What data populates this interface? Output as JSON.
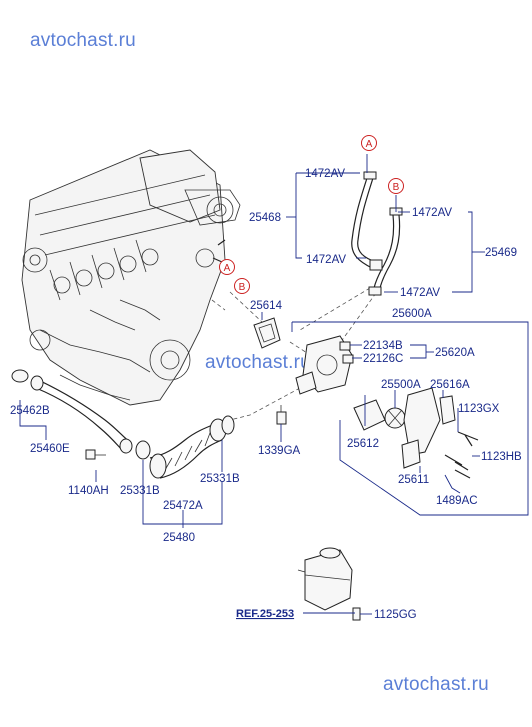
{
  "watermarks": {
    "top": "avtochast.ru",
    "middle": "avtochast.ru",
    "bottom": "avtochast.ru"
  },
  "callouts": {
    "a1": "A",
    "b1": "B",
    "a2": "A",
    "b2": "B"
  },
  "parts": {
    "p1472av_1": "1472AV",
    "p25468": "25468",
    "p1472av_2": "1472AV",
    "p1472av_3": "1472AV",
    "p25469": "25469",
    "p1472av_4": "1472AV",
    "p25614": "25614",
    "p25600a": "25600A",
    "p22134b": "22134B",
    "p22126c": "22126C",
    "p25620a": "25620A",
    "p25500a": "25500A",
    "p25616a": "25616A",
    "p1123gx": "1123GX",
    "p25612": "25612",
    "p25611": "25611",
    "p1123hb": "1123HB",
    "p1489ac": "1489AC",
    "p1339ga": "1339GA",
    "p25462b": "25462B",
    "p25460e": "25460E",
    "p1140ah": "1140AH",
    "p25331b_1": "25331B",
    "p25331b_2": "25331B",
    "p25472a": "25472A",
    "p25480": "25480",
    "ref": "REF.25-253",
    "p1125gg": "1125GG"
  },
  "colors": {
    "label": "#1a2a8a",
    "callout": "#cc2222",
    "watermark": "#5b7fd6"
  }
}
